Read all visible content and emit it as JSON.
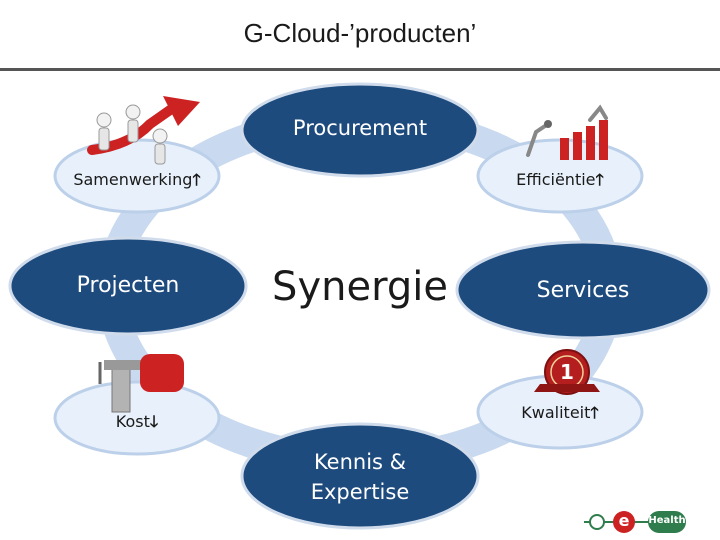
{
  "slide": {
    "title": "G-Cloud-’producten’"
  },
  "center": {
    "label": "Synergie"
  },
  "nodes": {
    "procurement": "Procurement",
    "projecten": "Projecten",
    "services": "Services",
    "kennis_line1": "Kennis &",
    "kennis_line2": "Expertise"
  },
  "benefits": {
    "samenwerking": "Samenwerking",
    "efficientie": "Efficiëntie",
    "kost": "Kost",
    "kwaliteit": "Kwaliteit"
  },
  "arrows": {
    "up": "🡑",
    "down": "🡓"
  },
  "badge": {
    "rank": "1"
  },
  "logo": {
    "letter": "e",
    "text": "Health"
  },
  "colors": {
    "node_dark": "#1e4b7e",
    "node_light": "#e8f1fb",
    "ring": "#c9d9ef",
    "accent_red": "#cc2222",
    "logo_green": "#2f7d4c"
  }
}
